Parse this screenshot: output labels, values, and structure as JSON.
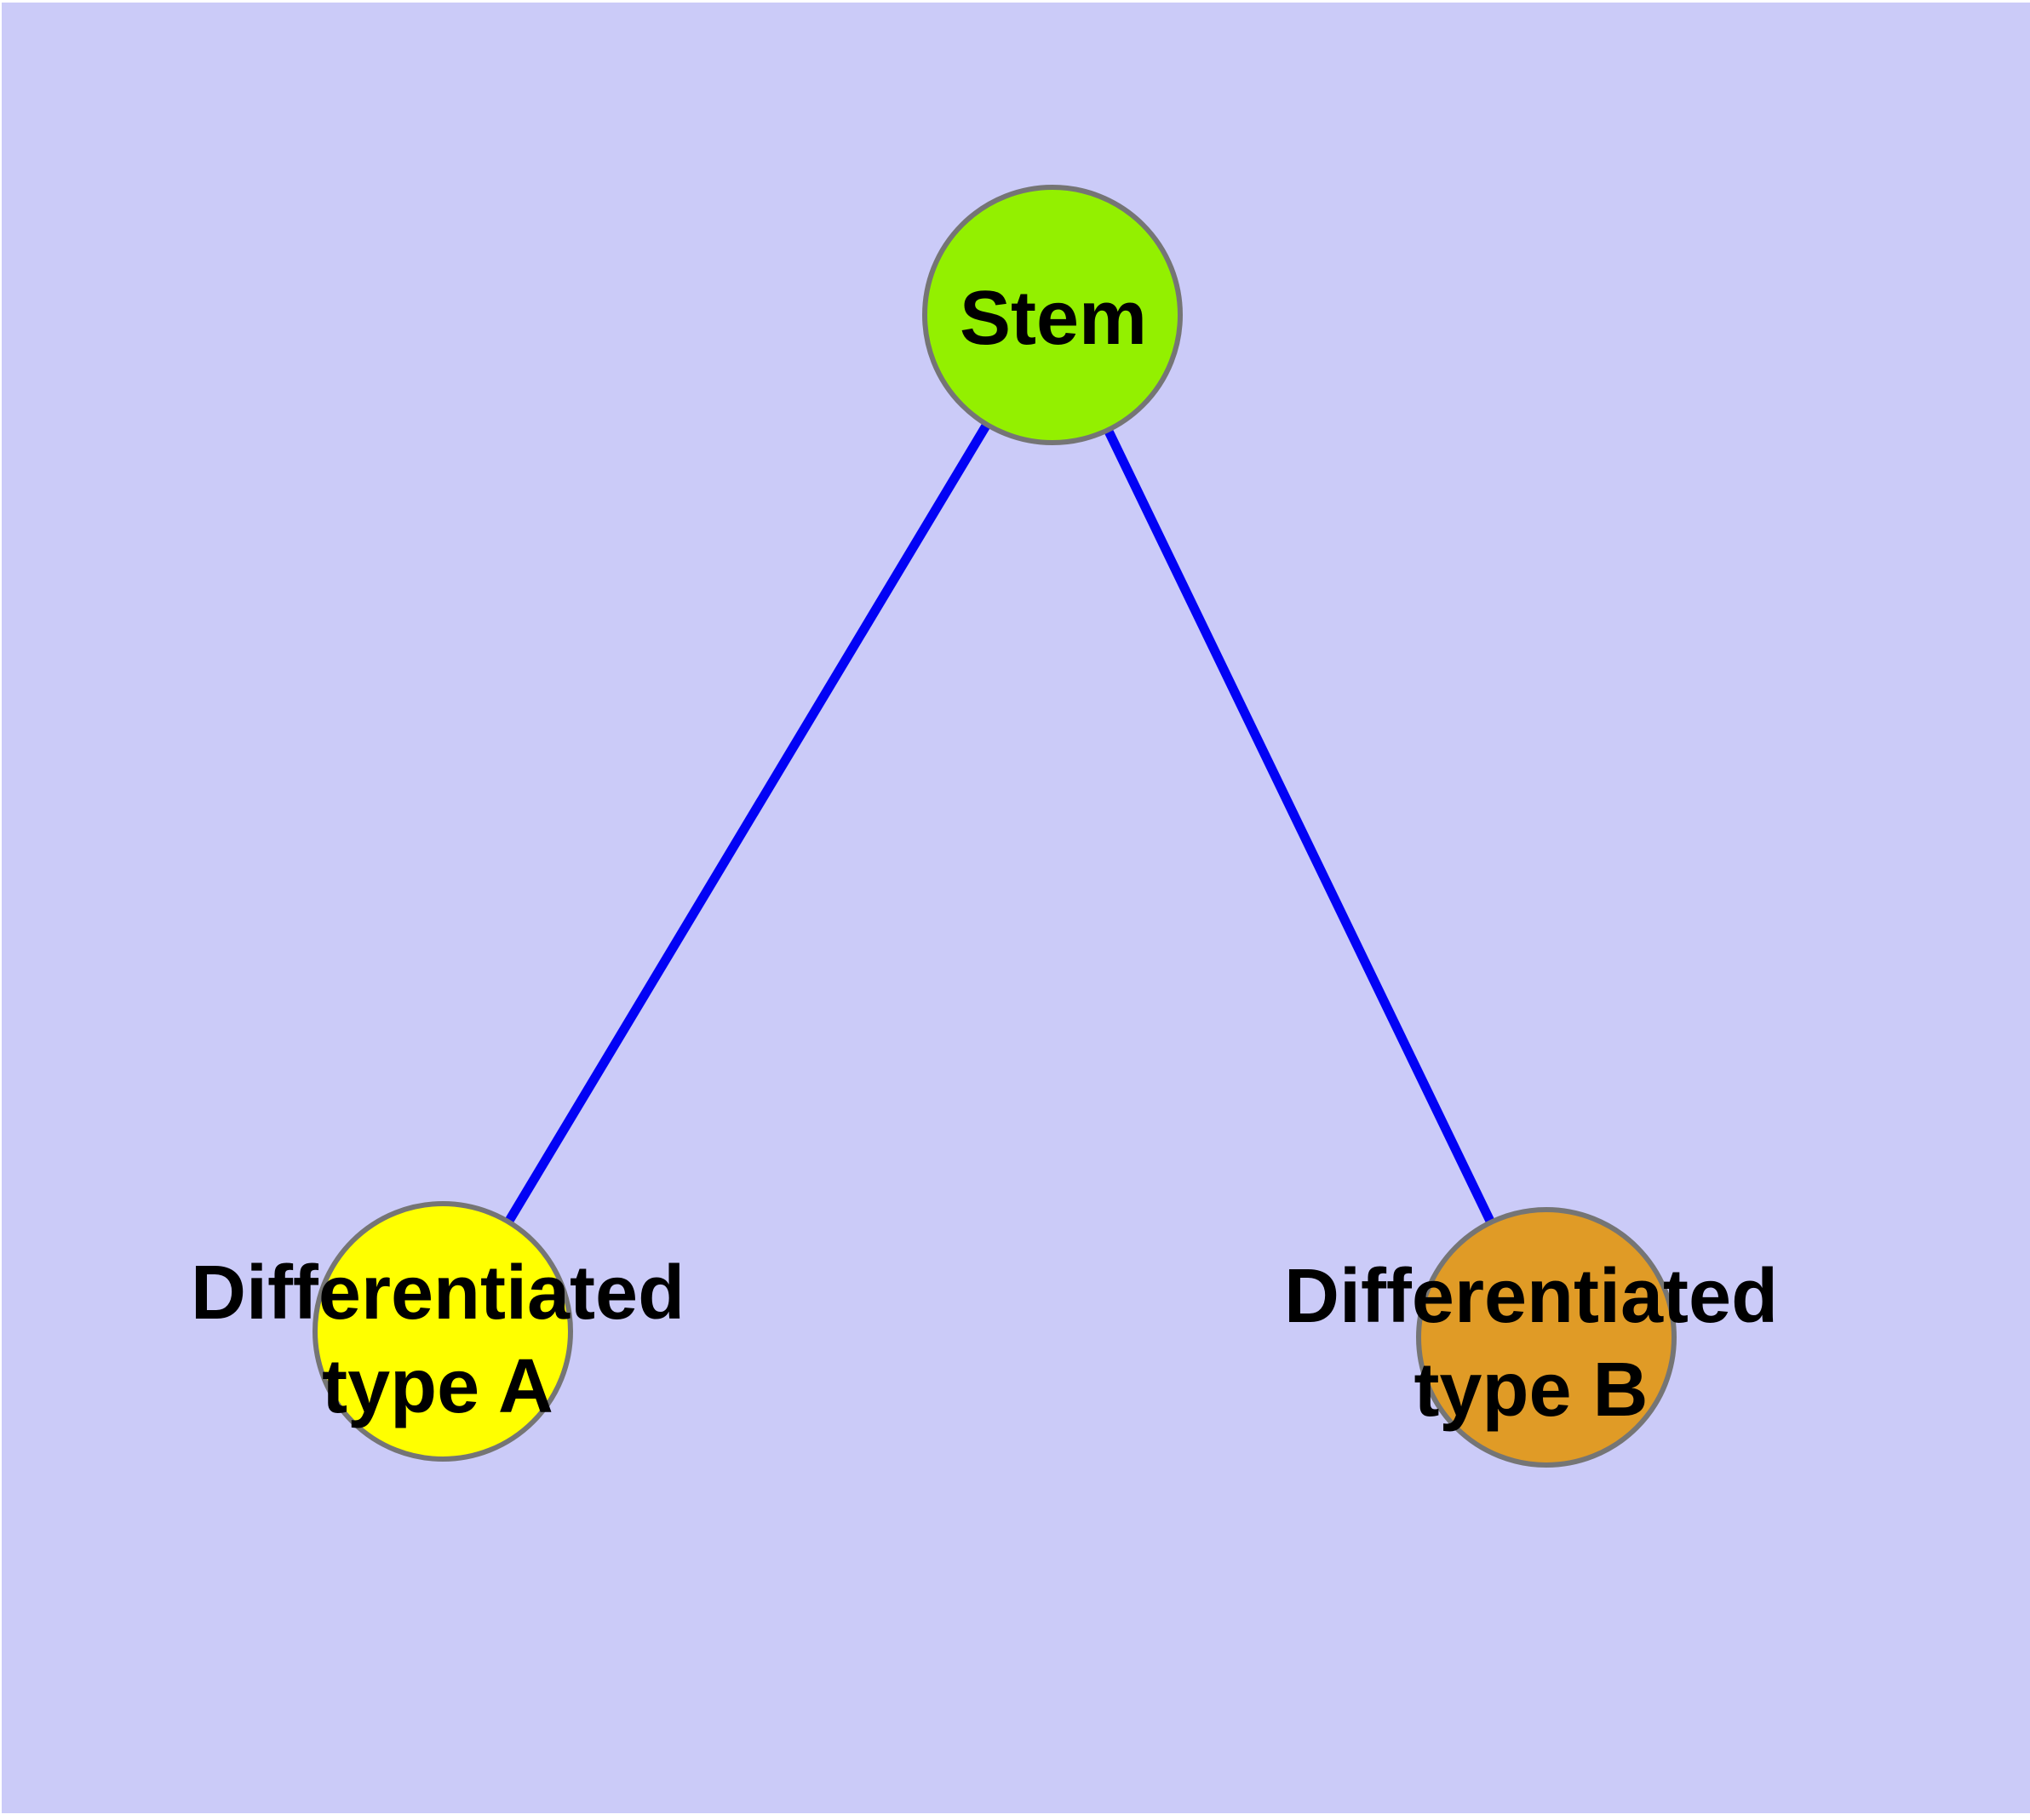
{
  "colors": {
    "background": "#cbcbf8",
    "page_margin": "#ffffff",
    "edge": "#0202f5",
    "node_border": "#757575",
    "label_text": "#000000"
  },
  "nodes": {
    "stem": {
      "label": "Stem",
      "fill": "#93f000"
    },
    "type_a": {
      "label": "Differentiated type A",
      "line1": "Differentiated",
      "line2": "type A",
      "fill": "#ffff00"
    },
    "type_b": {
      "label": "Differentiated type B",
      "line1": "Differentiated",
      "line2": "type B",
      "fill": "#e09b26"
    }
  },
  "edges": [
    {
      "from": "Stem",
      "to": "Differentiated type A"
    },
    {
      "from": "Stem",
      "to": "Differentiated type B"
    }
  ]
}
